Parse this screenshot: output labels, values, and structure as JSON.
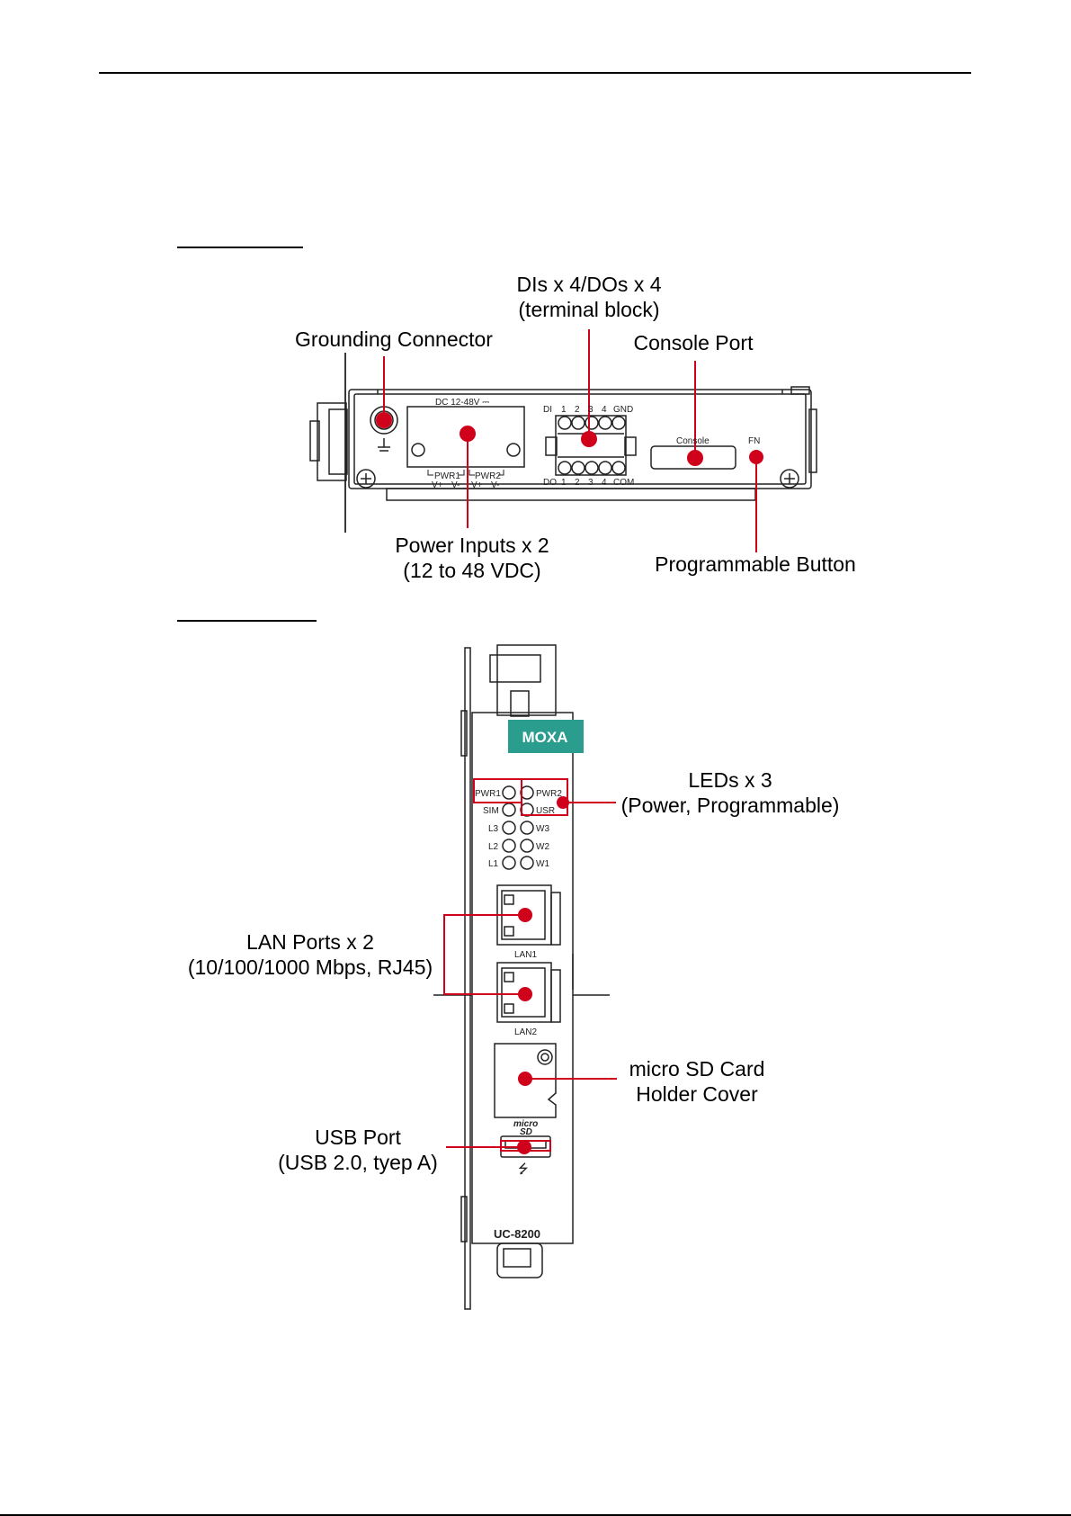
{
  "top_view": {
    "callouts": {
      "di_do_line1": "DIs x 4/DOs x 4",
      "di_do_line2": "(terminal block)",
      "grounding": "Grounding Connector",
      "console": "Console Port",
      "power_line1": "Power Inputs x 2",
      "power_line2": "(12 to 48 VDC)",
      "button": "Programmable Button"
    },
    "device_text": {
      "dc_rating": "DC 12-48V ⎓",
      "di_row": [
        "DI",
        "1",
        "2",
        "3",
        "4",
        "GND"
      ],
      "do_row": [
        "DO",
        "1",
        "2",
        "3",
        "4",
        "COM"
      ],
      "pwr1": "PWR1",
      "pwr2": "PWR2",
      "polarity": [
        "V+",
        "V-",
        "V+",
        "V-"
      ],
      "console_label": "Console",
      "fn_label": "FN"
    }
  },
  "front_view": {
    "callouts": {
      "leds_line1": "LEDs x 3",
      "leds_line2": "(Power, Programmable)",
      "lan_line1": "LAN Ports x 2",
      "lan_line2": "(10/100/1000 Mbps, RJ45)",
      "sd_line1": "micro SD Card",
      "sd_line2": "Holder Cover",
      "usb_line1": "USB Port",
      "usb_line2": "(USB 2.0, tyep A)"
    },
    "device_text": {
      "brand": "MOXA",
      "led_left": [
        "PWR1",
        "SIM",
        "L3",
        "L2",
        "L1"
      ],
      "led_right": [
        "PWR2",
        "USR",
        "W3",
        "W2",
        "W1"
      ],
      "lan1": "LAN1",
      "lan2": "LAN2",
      "sd_micro": "micro",
      "sd_sd": "SD",
      "usb_symbol": "⭍",
      "model": "UC-8200"
    }
  },
  "colors": {
    "callout_red": "#d0021b",
    "brand_teal": "#2a9d8f"
  }
}
